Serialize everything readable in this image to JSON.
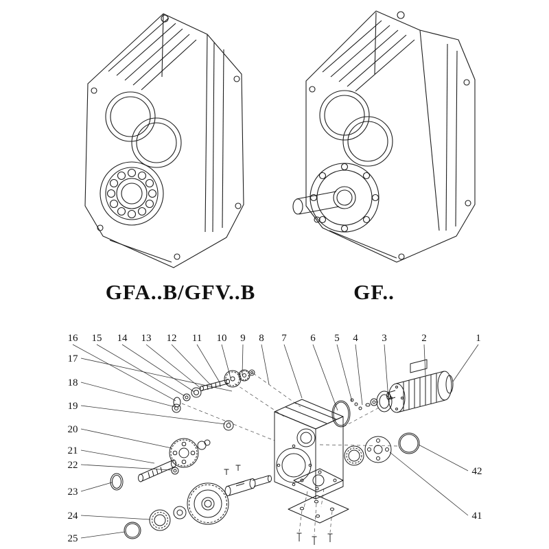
{
  "models": {
    "left_label": "GFA..B/GFV..B",
    "right_label": "GF.."
  },
  "exploded": {
    "callouts": {
      "c1": "1",
      "c2": "2",
      "c3": "3",
      "c4": "4",
      "c5": "5",
      "c6": "6",
      "c7": "7",
      "c8": "8",
      "c9": "9",
      "c10": "10",
      "c11": "11",
      "c12": "12",
      "c13": "13",
      "c14": "14",
      "c15": "15",
      "c16": "16",
      "c17": "17",
      "c18": "18",
      "c19": "19",
      "c20": "20",
      "c21": "21",
      "c22": "22",
      "c23": "23",
      "c24": "24",
      "c25": "25",
      "c41": "41",
      "c42": "42"
    },
    "line_color": "#1c1c1c"
  }
}
